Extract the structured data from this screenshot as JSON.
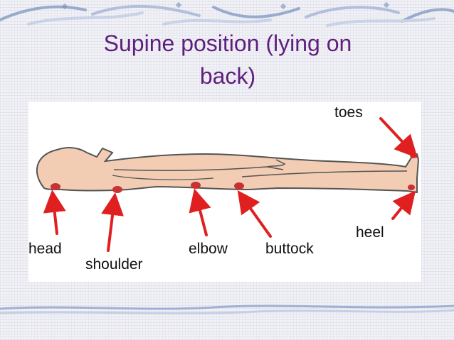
{
  "slide": {
    "title_line1": "Supine position (lying on",
    "title_line2": "back)"
  },
  "diagram": {
    "labels": {
      "toes": "toes",
      "head": "head",
      "shoulder": "shoulder",
      "elbow": "elbow",
      "buttock": "buttock",
      "heel": "heel"
    }
  },
  "colors": {
    "title": "#5f1f7c",
    "body_fill": "#f2ccb3",
    "outline": "#555555",
    "arrow": "#e02020",
    "pressure_point": "#c83232"
  }
}
